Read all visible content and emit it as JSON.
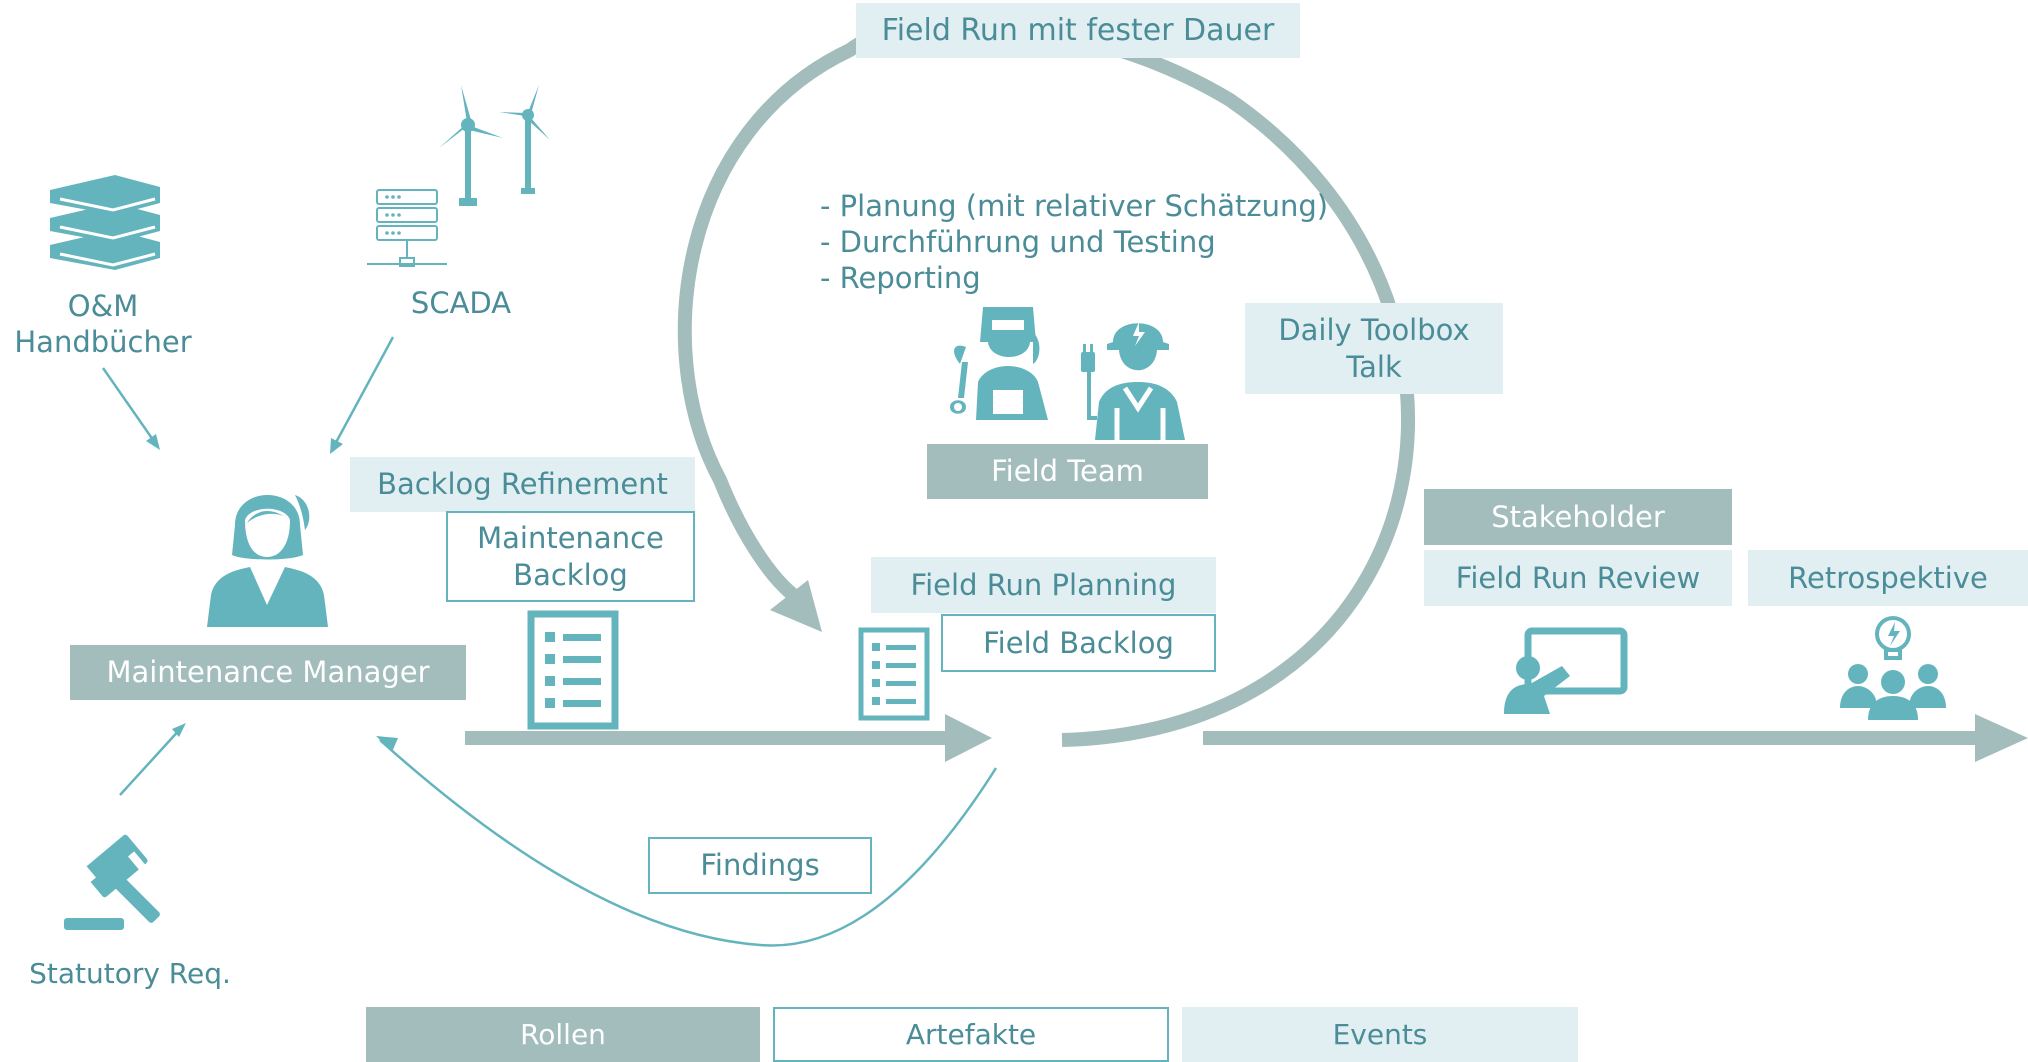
{
  "diagram": {
    "title_event": "Field Run mit fester Dauer",
    "run_activities": [
      "- Planung (mit relativer Schätzung)",
      "- Durchführung und Testing",
      "- Reporting"
    ],
    "daily_event": "Daily Toolbox\nTalk",
    "field_team_role": "Field Team",
    "sources": {
      "om_label": "O&M\nHandbücher",
      "scada_label": "SCADA",
      "statutory_label": "Statutory Req."
    },
    "manager_role": "Maintenance Manager",
    "backlog_refinement_event": "Backlog Refinement",
    "maintenance_backlog_artifact": "Maintenance\nBacklog",
    "field_run_planning_event": "Field Run Planning",
    "field_backlog_artifact": "Field Backlog",
    "findings_artifact": "Findings",
    "stakeholder_role": "Stakeholder",
    "field_run_review_event": "Field Run Review",
    "retrospective_event": "Retrospektive",
    "icons": {
      "books": "books-icon",
      "wind_turbines": "wind-turbines-icon",
      "server": "server-icon",
      "manager": "woman-manager-icon",
      "gavel": "gavel-icon",
      "backlog": "checklist-icon",
      "welder": "welder-icon",
      "electrician": "electrician-icon",
      "presentation": "presentation-icon",
      "team_idea": "team-idea-icon"
    }
  },
  "legend": {
    "roles": "Rollen",
    "artifacts": "Artefakte",
    "events": "Events"
  },
  "colors": {
    "teal": "#64b4be",
    "role_gray": "#a3bcbc",
    "event_light": "#e1eff2",
    "text_teal": "#4a8c97",
    "arrow_gray": "#a3bcbc"
  }
}
